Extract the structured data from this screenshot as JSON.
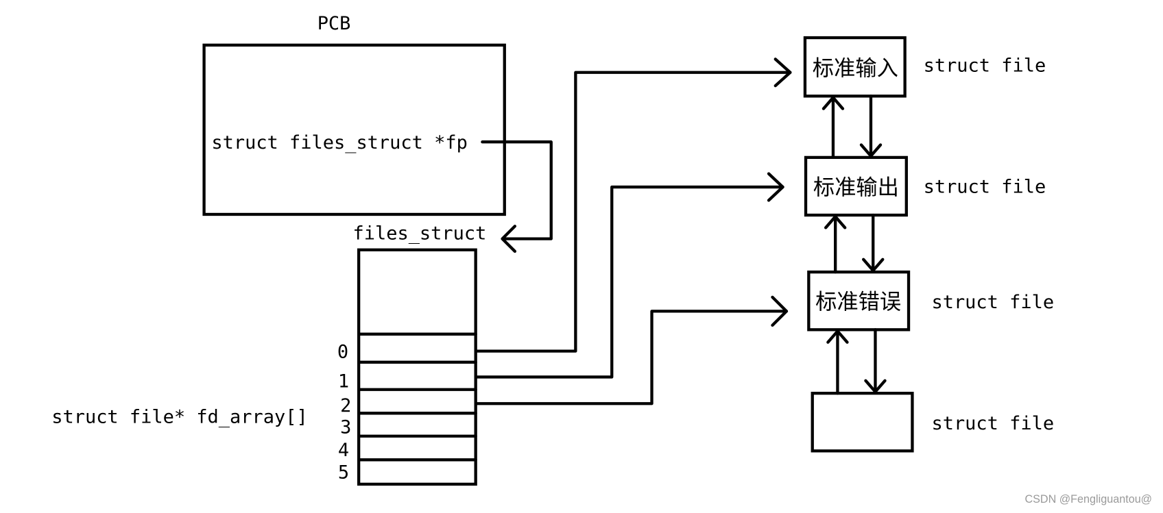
{
  "pcb": {
    "title": "PCB",
    "field": "struct files_struct *fp"
  },
  "files_struct": {
    "title": "files_struct",
    "array_label": "struct file* fd_array[]",
    "indices": [
      "0",
      "1",
      "2",
      "3",
      "4",
      "5"
    ]
  },
  "files": [
    {
      "name": "标准输入",
      "type": "struct file"
    },
    {
      "name": "标准输出",
      "type": "struct file"
    },
    {
      "name": "标准错误",
      "type": "struct file"
    },
    {
      "type": "struct file"
    }
  ],
  "watermark": "CSDN @Fengliguantou@"
}
